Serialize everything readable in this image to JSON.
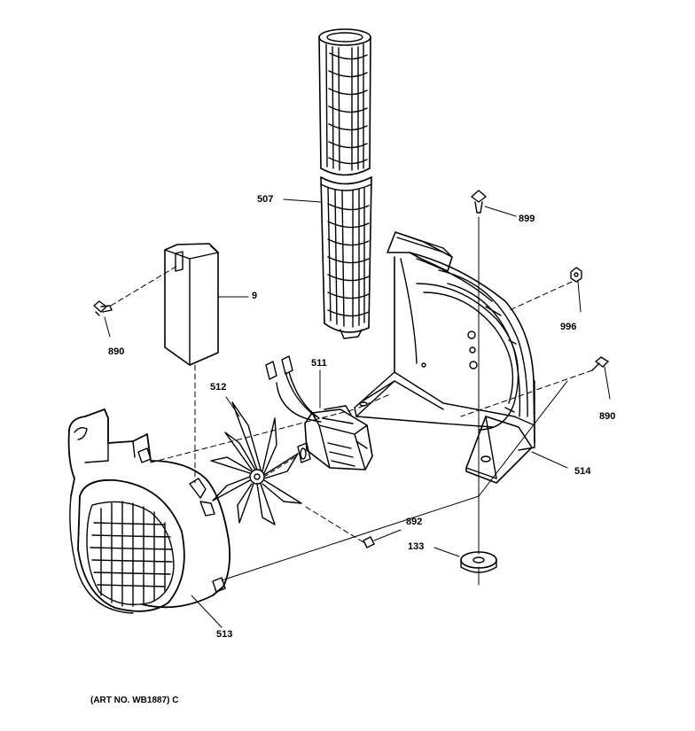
{
  "diagram": {
    "caption": "(ART NO. WB1887) C",
    "parts": [
      {
        "id": "part-507",
        "label": "507"
      },
      {
        "id": "part-899",
        "label": "899"
      },
      {
        "id": "part-9",
        "label": "9"
      },
      {
        "id": "part-890-left",
        "label": "890"
      },
      {
        "id": "part-996",
        "label": "996"
      },
      {
        "id": "part-511",
        "label": "511"
      },
      {
        "id": "part-512",
        "label": "512"
      },
      {
        "id": "part-890-right",
        "label": "890"
      },
      {
        "id": "part-514",
        "label": "514"
      },
      {
        "id": "part-892",
        "label": "892"
      },
      {
        "id": "part-133",
        "label": "133"
      },
      {
        "id": "part-513",
        "label": "513"
      }
    ]
  },
  "colors": {
    "line": "#000000",
    "background": "#ffffff"
  }
}
